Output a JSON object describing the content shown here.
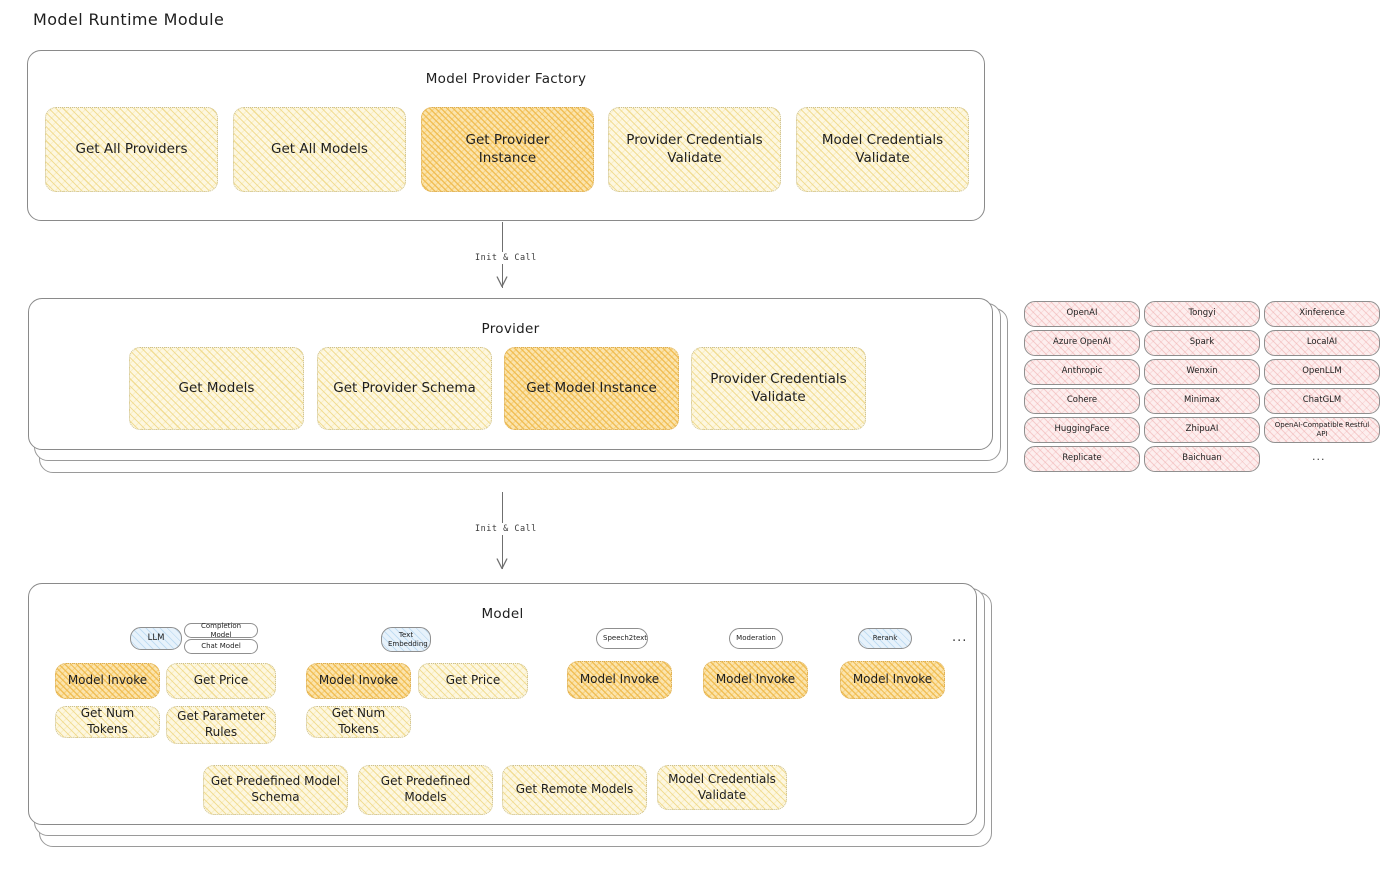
{
  "page": {
    "title": "Model Runtime Module"
  },
  "colors": {
    "highlight_fill": "#fbe4ad",
    "normal_fill": "#fdf7e0",
    "provider_tag_fill": "#fdeeee",
    "model_type_tag_fill": "#e7f2fb",
    "stroke": "#8a8a8a",
    "text": "#1e1e1e"
  },
  "factory": {
    "title": "Model Provider Factory",
    "boxes": [
      {
        "label": "Get All Providers",
        "highlighted": false
      },
      {
        "label": "Get All Models",
        "highlighted": false
      },
      {
        "label": "Get Provider\nInstance",
        "highlighted": true
      },
      {
        "label": "Provider Credentials\nValidate",
        "highlighted": false
      },
      {
        "label": "Model Credentials\nValidate",
        "highlighted": false
      }
    ]
  },
  "arrows": [
    {
      "label": "Init & Call"
    },
    {
      "label": "Init & Call"
    }
  ],
  "provider": {
    "title": "Provider",
    "boxes": [
      {
        "label": "Get Models",
        "highlighted": false
      },
      {
        "label": "Get Provider Schema",
        "highlighted": false
      },
      {
        "label": "Get Model Instance",
        "highlighted": true
      },
      {
        "label": "Provider Credentials\nValidate",
        "highlighted": false
      }
    ],
    "stack_layers": 3
  },
  "provider_list": {
    "columns": [
      {
        "items": [
          "OpenAI",
          "Azure OpenAI",
          "Anthropic",
          "Cohere",
          "HuggingFace",
          "Replicate"
        ]
      },
      {
        "items": [
          "Tongyi",
          "Spark",
          "Wenxin",
          "Minimax",
          "ZhipuAI",
          "Baichuan"
        ]
      },
      {
        "items": [
          "Xinference",
          "LocalAI",
          "OpenLLM",
          "ChatGLM",
          "OpenAI-Compatible Restful API"
        ]
      }
    ],
    "more_label": "..."
  },
  "model": {
    "title": "Model",
    "stack_layers": 3,
    "more_label": "...",
    "groups": [
      {
        "type_tag": "LLM",
        "type_tag_style": "blue",
        "sub_tags": [
          "Completion Model",
          "Chat Model"
        ],
        "ops_row1": [
          {
            "label": "Model Invoke",
            "highlighted": true
          },
          {
            "label": "Get Price",
            "highlighted": false
          }
        ],
        "ops_row2": [
          {
            "label": "Get Num Tokens",
            "highlighted": false
          },
          {
            "label": "Get Parameter\nRules",
            "highlighted": false
          }
        ]
      },
      {
        "type_tag": "Text\nEmbedding",
        "type_tag_style": "blue",
        "sub_tags": [],
        "ops_row1": [
          {
            "label": "Model Invoke",
            "highlighted": true
          },
          {
            "label": "Get Price",
            "highlighted": false
          }
        ],
        "ops_row2": [
          {
            "label": "Get Num Tokens",
            "highlighted": false
          }
        ]
      },
      {
        "type_tag": "Speech2text",
        "type_tag_style": "white",
        "sub_tags": [],
        "ops_row1": [
          {
            "label": "Model Invoke",
            "highlighted": true
          }
        ],
        "ops_row2": []
      },
      {
        "type_tag": "Moderation",
        "type_tag_style": "white",
        "sub_tags": [],
        "ops_row1": [
          {
            "label": "Model Invoke",
            "highlighted": true
          }
        ],
        "ops_row2": []
      },
      {
        "type_tag": "Rerank",
        "type_tag_style": "blue",
        "sub_tags": [],
        "ops_row1": [
          {
            "label": "Model Invoke",
            "highlighted": true
          }
        ],
        "ops_row2": []
      }
    ],
    "common_ops": [
      {
        "label": "Get Predefined Model\nSchema"
      },
      {
        "label": "Get Predefined\nModels"
      },
      {
        "label": "Get Remote Models"
      },
      {
        "label": "Model Credentials\nValidate"
      }
    ]
  }
}
